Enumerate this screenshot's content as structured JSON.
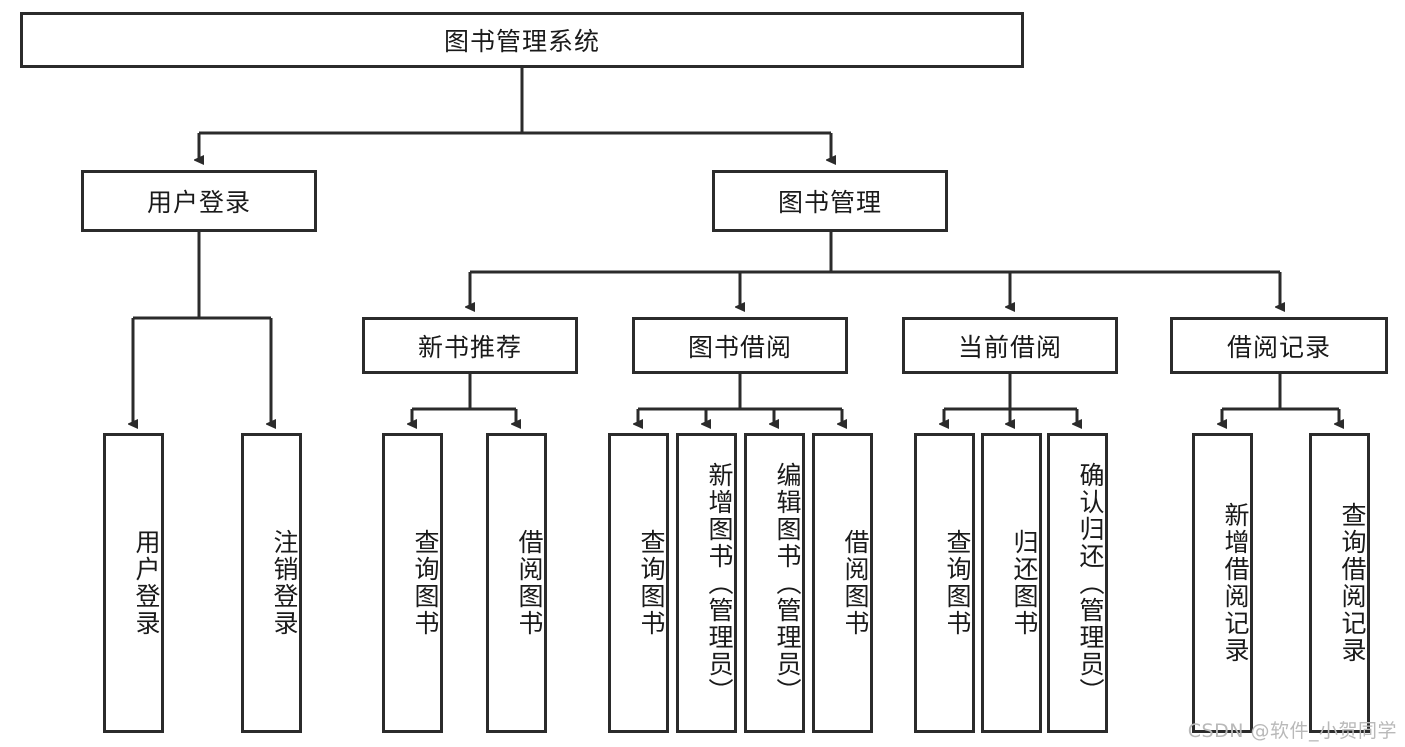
{
  "diagram": {
    "title": "图书管理系统",
    "root": {
      "label": "图书管理系统"
    },
    "level2": [
      {
        "label": "用户登录"
      },
      {
        "label": "图书管理"
      }
    ],
    "level3": [
      {
        "label": "新书推荐"
      },
      {
        "label": "图书借阅"
      },
      {
        "label": "当前借阅"
      },
      {
        "label": "借阅记录"
      }
    ],
    "leaves": {
      "user_login": [
        {
          "label": "用户登录"
        },
        {
          "label": "注销登录"
        }
      ],
      "new_book": [
        {
          "label": "查询图书"
        },
        {
          "label": "借阅图书"
        }
      ],
      "book_borrow": [
        {
          "label": "查询图书"
        },
        {
          "label": "新增图书（管理员）"
        },
        {
          "label": "编辑图书（管理员）"
        },
        {
          "label": "借阅图书"
        }
      ],
      "current_borrow": [
        {
          "label": "查询图书"
        },
        {
          "label": "归还图书"
        },
        {
          "label": "确认归还（管理员）"
        }
      ],
      "borrow_record": [
        {
          "label": "新增借阅记录"
        },
        {
          "label": "查询借阅记录"
        }
      ]
    }
  },
  "watermark": {
    "text": "CSDN @软件_小贺同学"
  },
  "colors": {
    "stroke": "#2b2b2b",
    "background": "#ffffff",
    "text": "#1a1a1a",
    "watermark": "#b9b9b9"
  }
}
